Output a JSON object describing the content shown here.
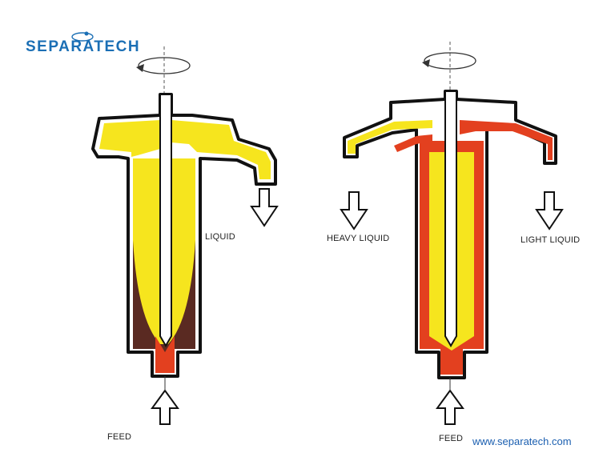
{
  "brand": {
    "name": "SEPARATECH",
    "color": "#1b6fb5"
  },
  "website": "www.separatech.com",
  "left_unit": {
    "outlet_label": "LIQUID",
    "inlet_label": "FEED"
  },
  "right_unit": {
    "heavy_label": "HEAVY LIQUID",
    "light_label": "LIGHT LIQUID",
    "inlet_label": "FEED"
  },
  "colors": {
    "liquid": "#f6e51e",
    "heavy": "#e3401f",
    "solids": "#5a2a22",
    "outline": "#111111"
  }
}
